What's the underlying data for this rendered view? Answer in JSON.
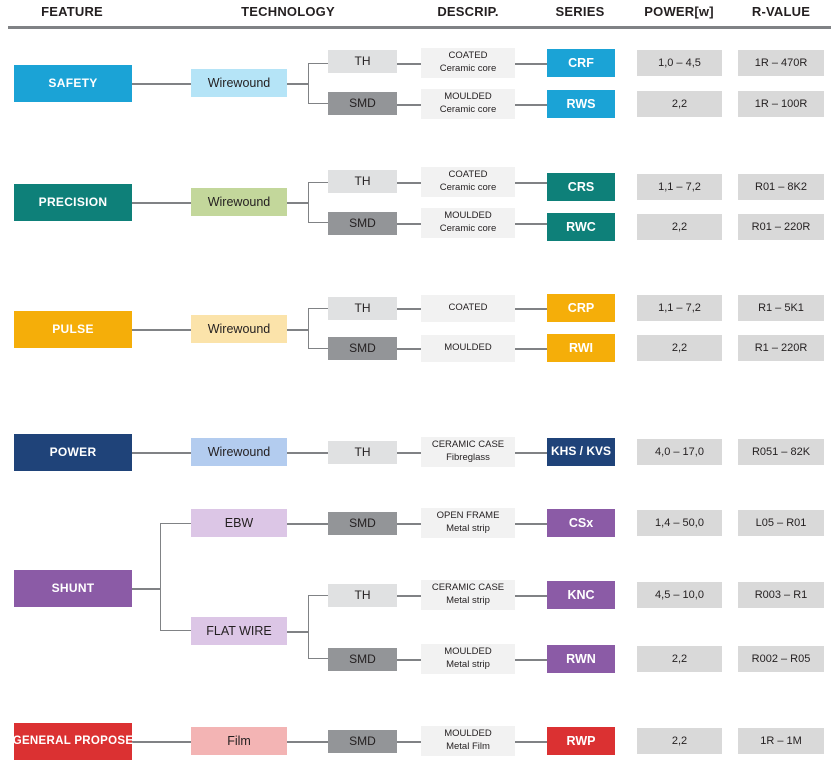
{
  "headers": [
    {
      "label": "FEATURE",
      "x": 72
    },
    {
      "label": "TECHNOLOGY",
      "x": 288
    },
    {
      "label": "DESCRIP.",
      "x": 468
    },
    {
      "label": "SERIES",
      "x": 580
    },
    {
      "label": "POWER[w]",
      "x": 679
    },
    {
      "label": "R-VALUE",
      "x": 781
    }
  ],
  "colors": {
    "safety": "#1BA3D6",
    "safety_light": "#B5E4F7",
    "precision": "#0E8079",
    "precision_light": "#C3D79B",
    "pulse": "#F5AE09",
    "pulse_light": "#FBE3AA",
    "power": "#1F4379",
    "power_light": "#B3CCEF",
    "shunt": "#8B5BA6",
    "shunt_light": "#DCC6E6",
    "general": "#DB3132",
    "general_light": "#F3B4B4",
    "pkg_th": "#E0E1E2",
    "pkg_smd": "#939598",
    "descrip_bg": "#F2F2F2",
    "value_bg": "#D9D9D9",
    "line": "#808285",
    "text_dark": "#231F20",
    "text_light": "#FFFFFF"
  },
  "groups": [
    {
      "id": "safety",
      "feature": "SAFETY",
      "technology": "Wirewound",
      "rows": [
        {
          "package": "TH",
          "descrip_line1": "COATED",
          "descrip_line2": "Ceramic core",
          "series": "CRF",
          "power": "1,0 – 4,5",
          "rvalue": "1R – 470R"
        },
        {
          "package": "SMD",
          "descrip_line1": "MOULDED",
          "descrip_line2": "Ceramic core",
          "series": "RWS",
          "power": "2,2",
          "rvalue": "1R – 100R"
        }
      ]
    },
    {
      "id": "precision",
      "feature": "PRECISION",
      "technology": "Wirewound",
      "rows": [
        {
          "package": "TH",
          "descrip_line1": "COATED",
          "descrip_line2": "Ceramic core",
          "series": "CRS",
          "power": "1,1 – 7,2",
          "rvalue": "R01 – 8K2"
        },
        {
          "package": "SMD",
          "descrip_line1": "MOULDED",
          "descrip_line2": "Ceramic core",
          "series": "RWC",
          "power": "2,2",
          "rvalue": "R01 – 220R"
        }
      ]
    },
    {
      "id": "pulse",
      "feature": "PULSE",
      "technology": "Wirewound",
      "rows": [
        {
          "package": "TH",
          "descrip_line1": "COATED",
          "descrip_line2": "",
          "series": "CRP",
          "power": "1,1 – 7,2",
          "rvalue": "R1 – 5K1"
        },
        {
          "package": "SMD",
          "descrip_line1": "MOULDED",
          "descrip_line2": "",
          "series": "RWI",
          "power": "2,2",
          "rvalue": "R1 – 220R"
        }
      ]
    },
    {
      "id": "power",
      "feature": "POWER",
      "technology": "Wirewound",
      "rows": [
        {
          "package": "TH",
          "descrip_line1": "CERAMIC CASE",
          "descrip_line2": "Fibreglass",
          "series": "KHS / KVS",
          "power": "4,0 – 17,0",
          "rvalue": "R051 – 82K"
        }
      ]
    },
    {
      "id": "shunt",
      "feature": "SHUNT",
      "technologies": [
        "EBW",
        "FLAT WIRE"
      ],
      "rows": [
        {
          "package": "SMD",
          "descrip_line1": "OPEN FRAME",
          "descrip_line2": "Metal strip",
          "series": "CSx",
          "power": "1,4 – 50,0",
          "rvalue": "L05 – R01"
        },
        {
          "package": "TH",
          "descrip_line1": "CERAMIC CASE",
          "descrip_line2": "Metal strip",
          "series": "KNC",
          "power": "4,5 – 10,0",
          "rvalue": "R003 – R1"
        },
        {
          "package": "SMD",
          "descrip_line1": "MOULDED",
          "descrip_line2": "Metal strip",
          "series": "RWN",
          "power": "2,2",
          "rvalue": "R002 – R05"
        }
      ]
    },
    {
      "id": "general",
      "feature": "GENERAL PROPOSE",
      "technology": "Film",
      "rows": [
        {
          "package": "SMD",
          "descrip_line1": "MOULDED",
          "descrip_line2": "Metal Film",
          "series": "RWP",
          "power": "2,2",
          "rvalue": "1R – 1M"
        }
      ]
    }
  ]
}
